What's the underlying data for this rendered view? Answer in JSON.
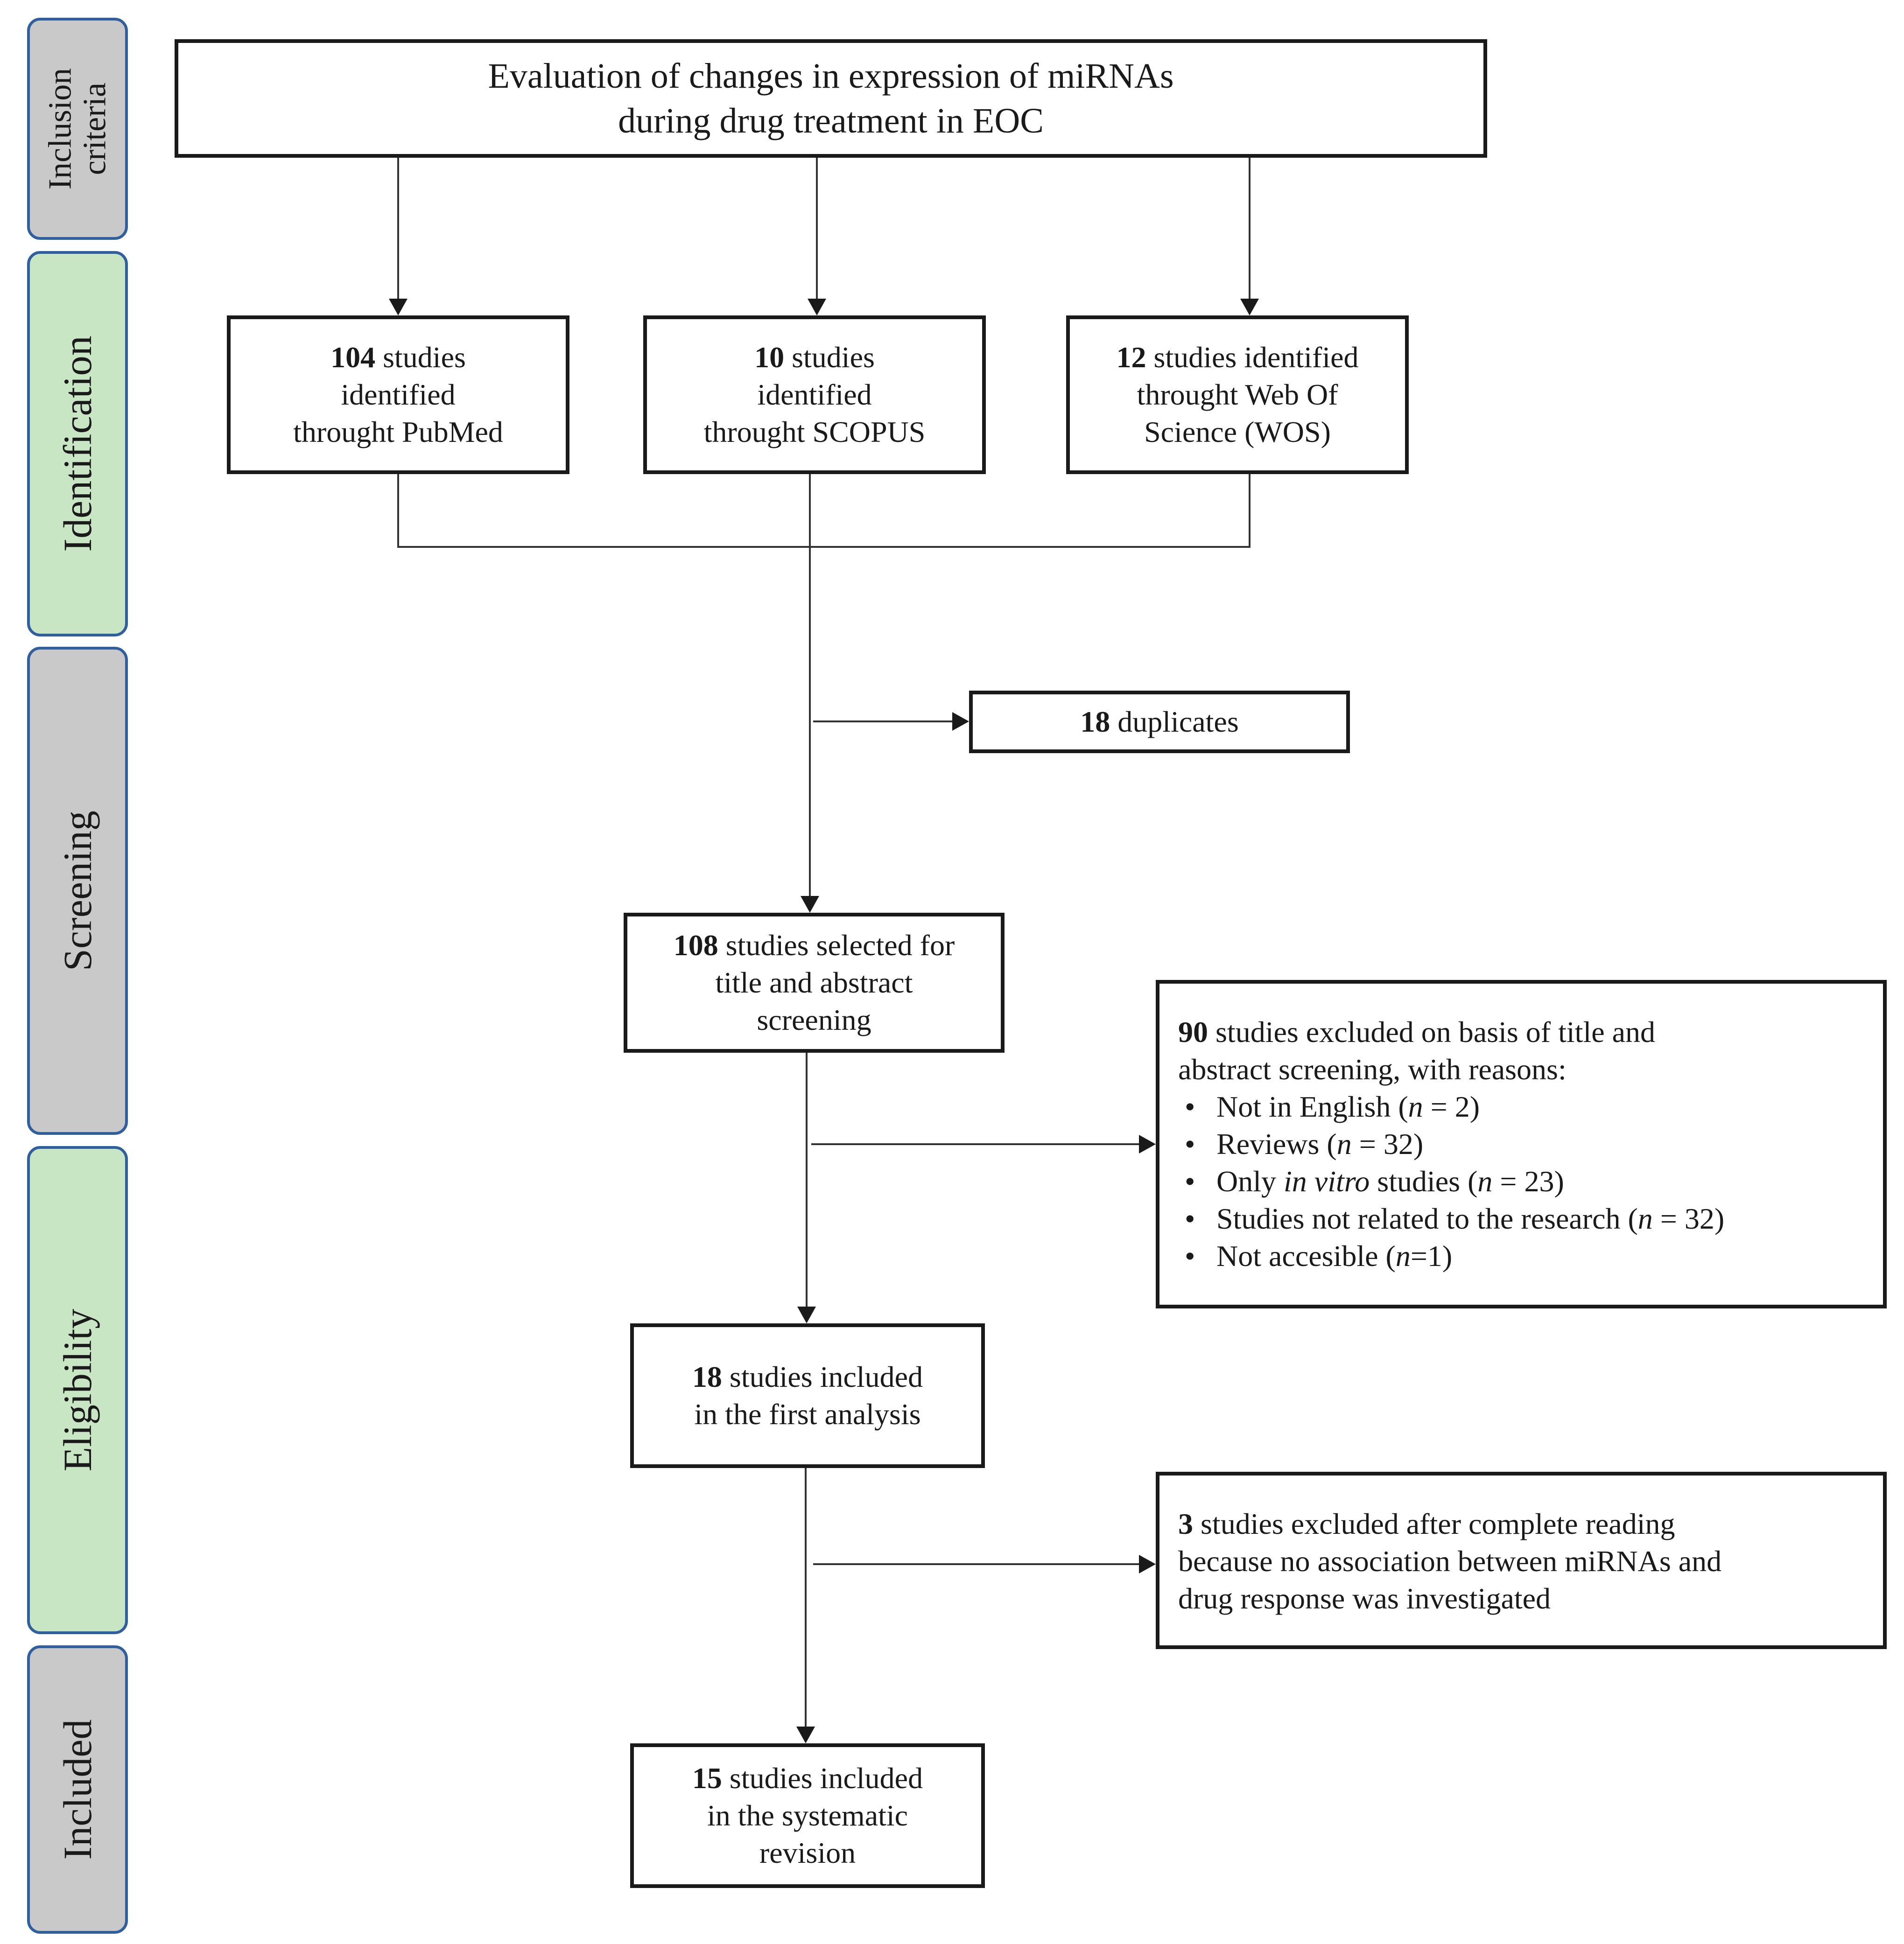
{
  "stages": {
    "inclusion": {
      "line1": "Inclusion",
      "line2": "criteria"
    },
    "identification": "Identification",
    "screening": "Screening",
    "eligibility": "Eligibility",
    "included": "Included"
  },
  "title": {
    "line1": "Evaluation of changes in expression of miRNAs",
    "line2": "during drug treatment in EOC"
  },
  "sources": {
    "pubmed": {
      "count": "104",
      "text1": " studies",
      "text2": "identified",
      "text3": "throught PubMed"
    },
    "scopus": {
      "count": "10",
      "text1": " studies",
      "text2": "identified",
      "text3": "throught SCOPUS"
    },
    "wos": {
      "count": "12",
      "text1": " studies identified",
      "text2": "throught Web Of",
      "text3": "Science (WOS)"
    }
  },
  "duplicates": {
    "count": "18",
    "text": " duplicates"
  },
  "selected": {
    "count": "108",
    "text1": " studies selected for",
    "text2": "title and abstract",
    "text3": "screening"
  },
  "excluded_screening": {
    "count": "90",
    "text1": " studies excluded on basis of title and",
    "text2": "abstract screening, with reasons:",
    "reasons": [
      {
        "pre": "Not in English (",
        "n": "n",
        "post": " = 2)"
      },
      {
        "pre": "Reviews (",
        "n": "n",
        "post": " = 32)"
      },
      {
        "pre": "Only ",
        "it": "in vitro",
        "mid": " studies (",
        "n": "n",
        "post": " = 23)"
      },
      {
        "pre": "Studies not related to the research (",
        "n": "n",
        "post": " =  32)"
      },
      {
        "pre": "Not accesible (",
        "n": "n",
        "post": "=1)"
      }
    ]
  },
  "first_analysis": {
    "count": "18",
    "text1": " studies included",
    "text2": "in the first analysis"
  },
  "excluded_reading": {
    "count": "3",
    "text1": " studies excluded after complete reading",
    "text2": "because no association between miRNAs and",
    "text3": "drug response was investigated"
  },
  "final": {
    "count": "15",
    "text1": " studies included",
    "text2": "in the systematic",
    "text3": "revision"
  }
}
